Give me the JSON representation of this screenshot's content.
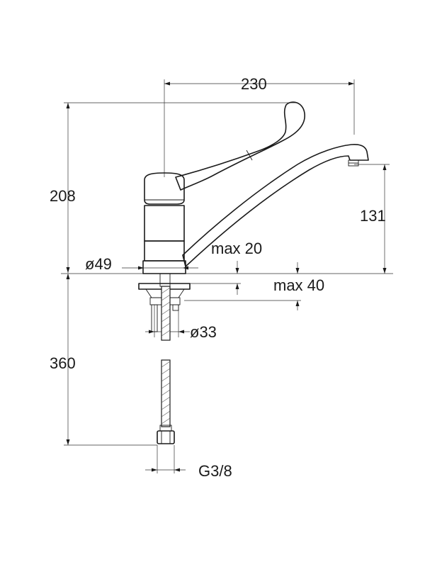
{
  "dimensions": {
    "width_230": "230",
    "height_208": "208",
    "spout_height_131": "131",
    "max_thickness_20": "max 20",
    "max_thickness_40": "max 40",
    "base_diameter_49": "ø49",
    "hole_diameter_33": "ø33",
    "hose_length_360": "360",
    "thread_g38": "G3/8"
  }
}
